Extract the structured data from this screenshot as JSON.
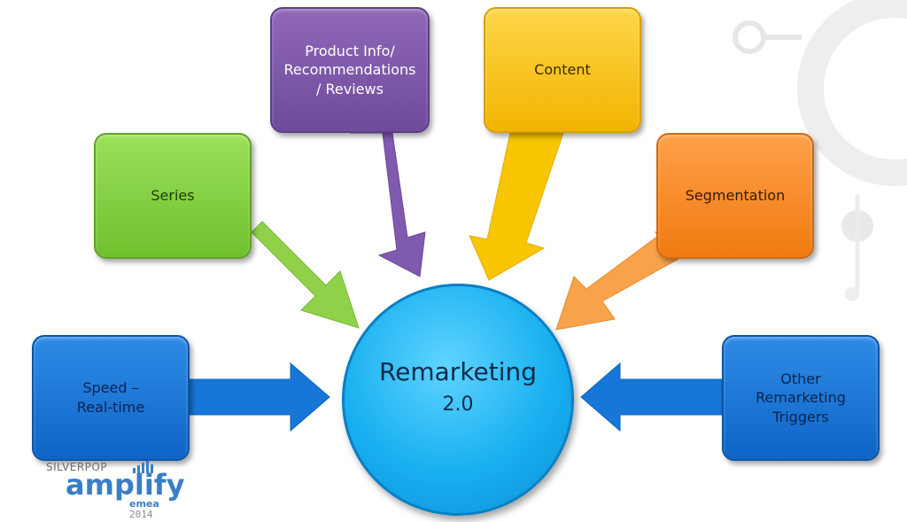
{
  "diagram": {
    "center": {
      "title": "Remarketing",
      "subtitle": "2.0"
    },
    "boxes": {
      "series": "Series",
      "product": "Product Info/\nRecommendations\n/ Reviews",
      "content": "Content",
      "segmentation": "Segmentation",
      "speed": "Speed –\nReal-time",
      "other": "Other\nRemarketing\nTriggers"
    }
  },
  "logo": {
    "top": "SILVERPOP",
    "main": "amplify",
    "region": "emea",
    "year": "2014"
  },
  "colors": {
    "green": "#7cc93a",
    "purple": "#7a55a6",
    "yellow": "#f5c200",
    "orange": "#f58a22",
    "blue": "#1677d8",
    "center": "#19b0f0"
  }
}
